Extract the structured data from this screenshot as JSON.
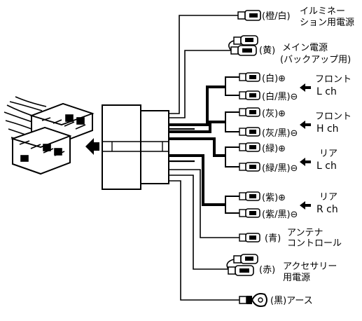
{
  "connectors": [
    {
      "color": "(橙/白)",
      "name_lines": [
        "イルミネー",
        "ション用電源"
      ]
    },
    {
      "color": "(黄)",
      "name_lines": [
        "メイン電源",
        "(バックアップ用)"
      ]
    },
    {
      "color": "(白)⊕",
      "name_lines": []
    },
    {
      "color": "(白/黒)⊖",
      "name_lines": []
    },
    {
      "color": "(灰)⊕",
      "name_lines": []
    },
    {
      "color": "(灰/黒)⊖",
      "name_lines": []
    },
    {
      "color": "(緑)⊕",
      "name_lines": []
    },
    {
      "color": "(緑/黒)⊖",
      "name_lines": []
    },
    {
      "color": "(紫)⊕",
      "name_lines": []
    },
    {
      "color": "(紫/黒)⊖",
      "name_lines": []
    },
    {
      "color": "(青)",
      "name_lines": [
        "アンテナ",
        "コントロール"
      ]
    },
    {
      "color": "(赤)",
      "name_lines": [
        "アクセサリー",
        "用電源"
      ]
    },
    {
      "color": "(黒)アース",
      "name_lines": []
    }
  ],
  "speakers": [
    {
      "line1": "フロント",
      "line2": "L ch"
    },
    {
      "line1": "フロント",
      "line2": "H ch"
    },
    {
      "line1": "リア",
      "line2": "L ch"
    },
    {
      "line1": "リア",
      "line2": "R ch"
    }
  ],
  "icons": {
    "plug_arrow": "left-arrow-icon",
    "speaker_arrow": "left-arrow-icon",
    "ground_terminal": "ring-terminal-icon"
  }
}
